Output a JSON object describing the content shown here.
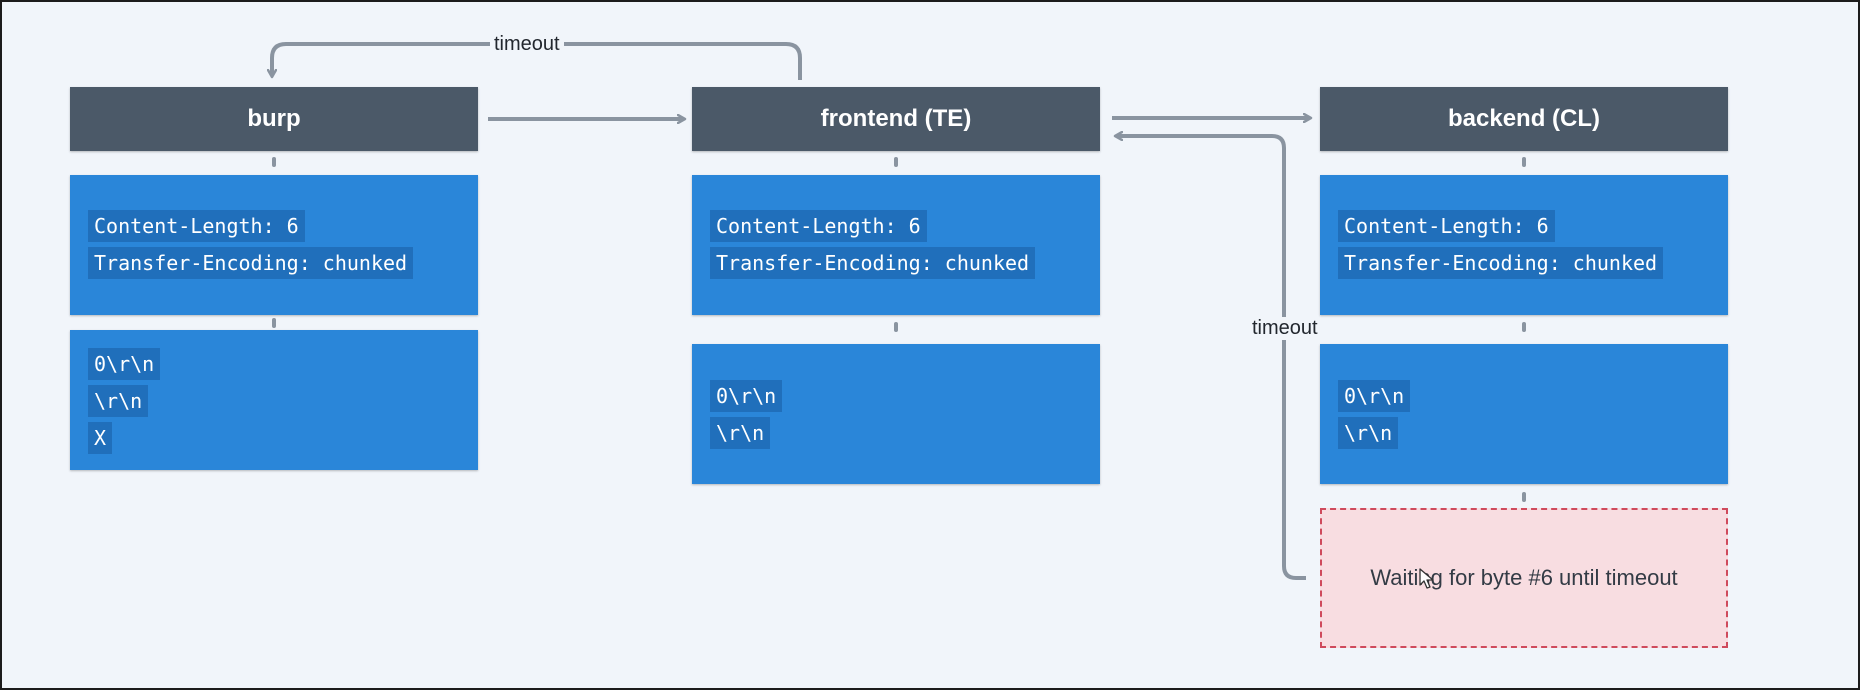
{
  "nodes": {
    "burp": "burp",
    "frontend": "frontend (TE)",
    "backend": "backend (CL)"
  },
  "headers": {
    "content_length": "Content-Length: 6",
    "transfer_encoding": "Transfer-Encoding: chunked"
  },
  "bodies": {
    "burp": [
      "0\\r\\n",
      "\\r\\n",
      "X"
    ],
    "frontend": [
      "0\\r\\n",
      "\\r\\n"
    ],
    "backend": [
      "0\\r\\n",
      "\\r\\n"
    ]
  },
  "labels": {
    "top_timeout": "timeout",
    "side_timeout": "timeout"
  },
  "waiting_text": "Waiting for byte #6 until timeout"
}
